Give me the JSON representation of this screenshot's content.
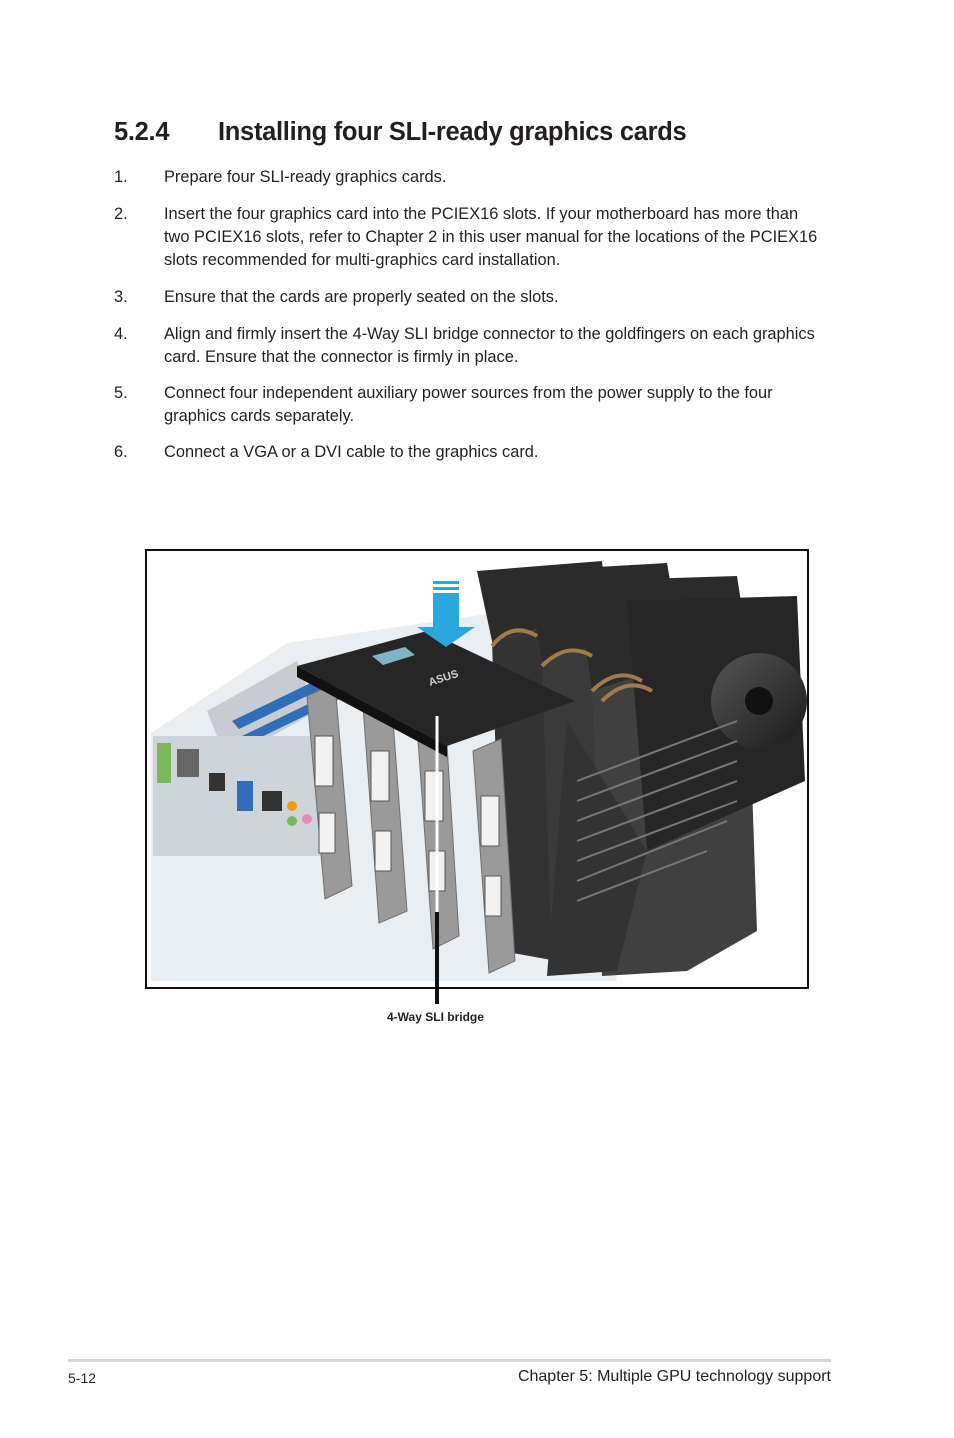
{
  "section": {
    "number": "5.2.4",
    "title": "Installing four SLI-ready graphics cards"
  },
  "steps": [
    {
      "n": "1.",
      "text": "Prepare four SLI-ready graphics cards."
    },
    {
      "n": "2.",
      "text": "Insert the four graphics card into the PCIEX16 slots. If your motherboard has more than two PCIEX16 slots, refer to Chapter 2 in this user manual for the locations of the PCIEX16 slots recommended for multi-graphics card installation."
    },
    {
      "n": "3.",
      "text": "Ensure that the cards are properly seated on the slots."
    },
    {
      "n": "4.",
      "text": "Align and firmly insert the 4-Way SLI bridge connector to the goldfingers on each graphics card. Ensure that the connector is firmly in place."
    },
    {
      "n": "5.",
      "text": "Connect four independent auxiliary power sources from the power supply to the four graphics cards separately."
    },
    {
      "n": "6.",
      "text": "Connect a VGA or a DVI cable to the graphics card."
    }
  ],
  "figure": {
    "callout": "4-Way SLI bridge",
    "bridge_logo": "ASUS",
    "colors": {
      "arrow": "#2aa7df",
      "card_body": "#2b2b2b",
      "bracket": "#9a9a9a",
      "board_blue": "#2f6fb8"
    }
  },
  "footer": {
    "page_number": "5-12",
    "chapter": "Chapter 5: Multiple GPU technology support"
  }
}
